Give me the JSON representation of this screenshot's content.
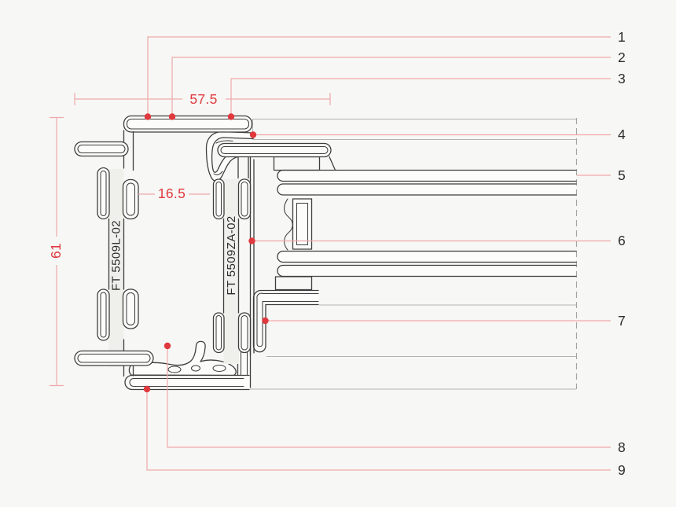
{
  "colors": {
    "background": "#f7f7f5",
    "line_dark": "#3e3e3e",
    "line_light": "#b3b3ae",
    "accent_red": "#e0393d",
    "leader_red": "#f0a9aa",
    "text_dark": "#2c2c2c",
    "web_fill": "#efefeb"
  },
  "dimensions": {
    "width_top": "57.5",
    "gap_middle": "16.5",
    "height_left": "61"
  },
  "profiles": {
    "left_label": "FT 5509L-02",
    "right_label": "FT 5509ZA-02"
  },
  "callouts": [
    {
      "number": "1"
    },
    {
      "number": "2"
    },
    {
      "number": "3"
    },
    {
      "number": "4"
    },
    {
      "number": "5"
    },
    {
      "number": "6"
    },
    {
      "number": "7"
    },
    {
      "number": "8"
    },
    {
      "number": "9"
    }
  ]
}
